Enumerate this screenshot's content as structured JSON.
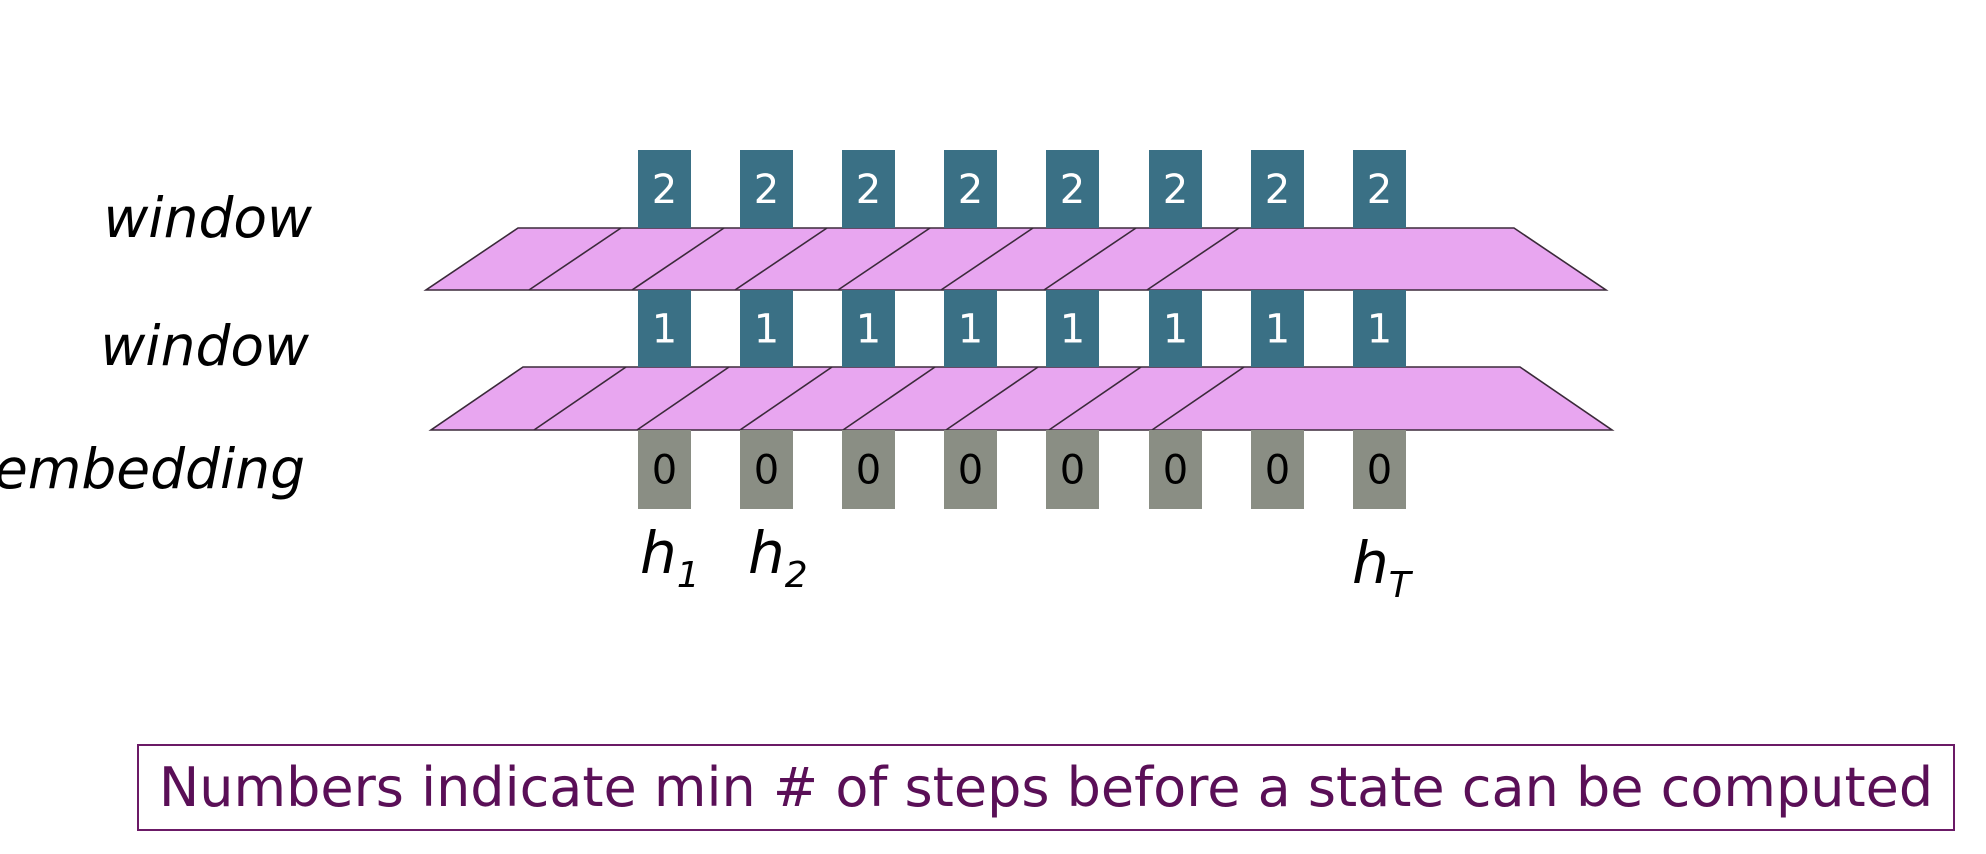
{
  "layers": {
    "top_label": "window",
    "middle_label": "window",
    "bottom_label": "embedding"
  },
  "rows": {
    "top": [
      "2",
      "2",
      "2",
      "2",
      "2",
      "2",
      "2",
      "2"
    ],
    "middle": [
      "1",
      "1",
      "1",
      "1",
      "1",
      "1",
      "1",
      "1"
    ],
    "bottom": [
      "0",
      "0",
      "0",
      "0",
      "0",
      "0",
      "0",
      "0"
    ]
  },
  "h_labels": {
    "h1": {
      "base": "h",
      "sub": "1"
    },
    "h2": {
      "base": "h",
      "sub": "2"
    },
    "hT": {
      "base": "h",
      "sub": "T"
    }
  },
  "caption": "Numbers indicate min # of steps before a state can be computed",
  "colors": {
    "upper_state": "#3a7085",
    "embedding_state": "#8a8e84",
    "window_band": "#e8a6f0",
    "caption_text": "#5a0f57"
  }
}
